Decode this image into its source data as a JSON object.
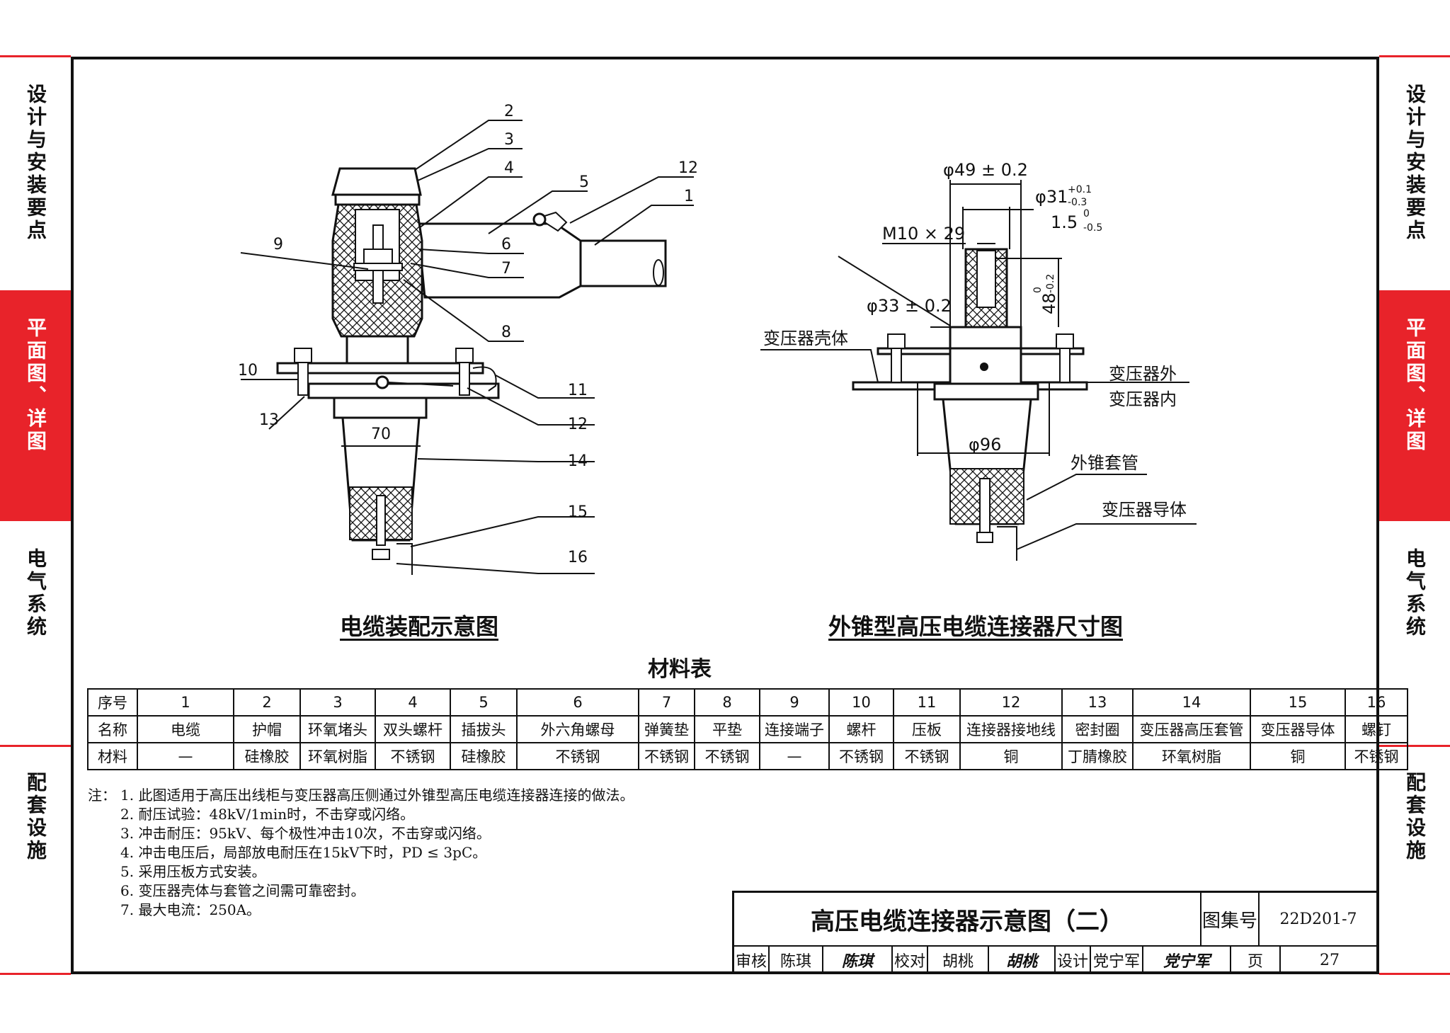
{
  "side_tabs": [
    {
      "label": "设计与安装要点"
    },
    {
      "label": "平面图、详图"
    },
    {
      "label": "电气系统"
    },
    {
      "label": "配套设施"
    }
  ],
  "figure_left": {
    "caption": "电缆装配示意图",
    "callouts": [
      "2",
      "3",
      "4",
      "5",
      "12",
      "1",
      "9",
      "6",
      "7",
      "8",
      "10",
      "11",
      "13",
      "12",
      "14",
      "15",
      "16"
    ],
    "dim_70": "70"
  },
  "figure_right": {
    "caption": "外锥型高压电缆连接器尺寸图",
    "dims": {
      "d49": "φ49 ± 0.2",
      "d31": "φ31",
      "d31_sup": "+0.1",
      "d31_sub": "-0.3",
      "t15": "1.5",
      "t15_sup": "0",
      "t15_sub": "-0.5",
      "m10": "M10 × 29",
      "h48": "48",
      "h48_sup": "0",
      "h48_sub": "-0.2",
      "d33": "φ33 ± 0.2",
      "d96": "φ96"
    },
    "labels": {
      "shell": "变压器壳体",
      "outside": "变压器外",
      "inside": "变压器内",
      "bushing": "外锥套管",
      "conductor": "变压器导体"
    }
  },
  "material_table": {
    "title": "材料表",
    "row_heads": [
      "序号",
      "名称",
      "材料"
    ],
    "numbers": [
      "1",
      "2",
      "3",
      "4",
      "5",
      "6",
      "7",
      "8",
      "9",
      "10",
      "11",
      "12",
      "13",
      "14",
      "15",
      "16"
    ],
    "names": [
      "电缆",
      "护帽",
      "环氧堵头",
      "双头螺杆",
      "插拔头",
      "外六角螺母",
      "弹簧垫",
      "平垫",
      "连接端子",
      "螺杆",
      "压板",
      "连接器接地线",
      "密封圈",
      "变压器高压套管",
      "变压器导体",
      "螺钉"
    ],
    "materials": [
      "—",
      "硅橡胶",
      "环氧树脂",
      "不锈钢",
      "硅橡胶",
      "不锈钢",
      "不锈钢",
      "不锈钢",
      "—",
      "不锈钢",
      "不锈钢",
      "铜",
      "丁腈橡胶",
      "环氧树脂",
      "铜",
      "不锈钢"
    ]
  },
  "notes": {
    "label": "注：",
    "items": [
      "1. 此图适用于高压出线柜与变压器高压侧通过外锥型高压电缆连接器连接的做法。",
      "2. 耐压试验：48kV/1min时，不击穿或闪络。",
      "3. 冲击耐压：95kV、每个极性冲击10次，不击穿或闪络。",
      "4. 冲击电压后，局部放电耐压在15kV下时，PD ≤ 3pC。",
      "5. 采用压板方式安装。",
      "6. 变压器壳体与套管之间需可靠密封。",
      "7. 最大电流：250A。"
    ]
  },
  "title_block": {
    "title": "高压电缆连接器示意图（二）",
    "atlas_label": "图集号",
    "atlas_no": "22D201-7",
    "review_label": "审核",
    "review_name": "陈琪",
    "review_sig": "陈琪",
    "check_label": "校对",
    "check_name": "胡桃",
    "check_sig": "胡桃",
    "design_label": "设计",
    "design_name": "党宁军",
    "design_sig": "党宁军",
    "page_label": "页",
    "page_no": "27"
  }
}
